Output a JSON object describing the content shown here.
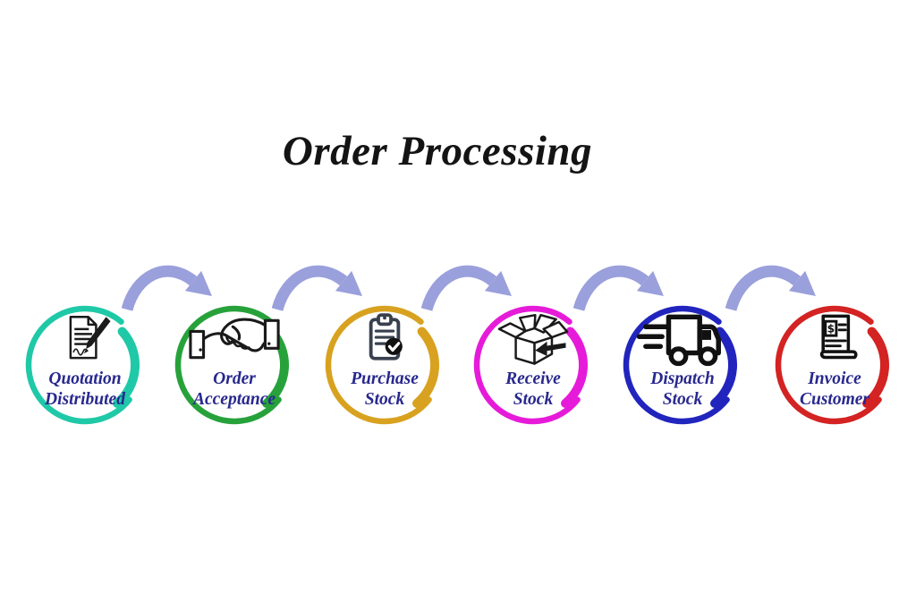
{
  "title": "Order Processing",
  "colors": {
    "title": "#141414",
    "label": "#28288E",
    "arrow": "#9AA0DB",
    "icon_line": "#1a1a1a"
  },
  "steps": [
    {
      "id": "quotation-distributed",
      "line1": "Quotation",
      "line2": "Distributed",
      "ring_color": "#1FC9A7",
      "icon": "signed-document-icon"
    },
    {
      "id": "order-acceptance",
      "line1": "Order",
      "line2": "Acceptance",
      "ring_color": "#27A23B",
      "icon": "handshake-icon"
    },
    {
      "id": "purchase-stock",
      "line1": "Purchase",
      "line2": "Stock",
      "ring_color": "#D8A220",
      "icon": "clipboard-check-icon"
    },
    {
      "id": "receive-stock",
      "line1": "Receive",
      "line2": "Stock",
      "ring_color": "#E61BD9",
      "icon": "open-box-icon"
    },
    {
      "id": "dispatch-stock",
      "line1": "Dispatch",
      "line2": "Stock",
      "ring_color": "#2125BD",
      "icon": "delivery-truck-icon"
    },
    {
      "id": "invoice-customer",
      "line1": "Invoice",
      "line2": "Customer",
      "ring_color": "#D32322",
      "icon": "invoice-icon",
      "icon_glyph": "$"
    }
  ]
}
